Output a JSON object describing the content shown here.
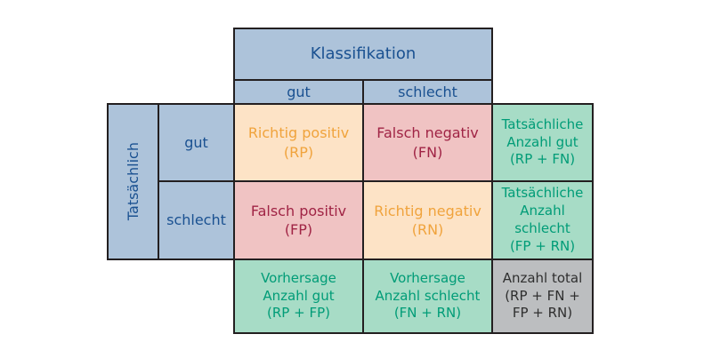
{
  "diagram": {
    "title_axis_predicted": "Klassifikation",
    "title_axis_actual": "Tatsächlich",
    "column_headers": {
      "good": "gut",
      "bad": "schlecht"
    },
    "row_headers": {
      "good": "gut",
      "bad": "schlecht"
    },
    "cells": {
      "true_positive": {
        "lines": [
          "Richtig positiv",
          "(RP)"
        ],
        "abbr": "RP"
      },
      "false_negative": {
        "lines": [
          "Falsch negativ",
          "(FN)"
        ],
        "abbr": "FN"
      },
      "false_positive": {
        "lines": [
          "Falsch positiv",
          "(FP)"
        ],
        "abbr": "FP"
      },
      "true_negative": {
        "lines": [
          "Richtig negativ",
          "(RN)"
        ],
        "abbr": "RN"
      },
      "actual_count_good": {
        "lines": [
          "Tatsächliche",
          "Anzahl gut",
          "(RP + FN)"
        ]
      },
      "actual_count_bad": {
        "lines": [
          "Tatsächliche",
          "Anzahl",
          "schlecht",
          "(FP + RN)"
        ]
      },
      "predicted_count_good": {
        "lines": [
          "Vorhersage",
          "Anzahl gut",
          "(RP + FP)"
        ]
      },
      "predicted_count_bad": {
        "lines": [
          "Vorhersage",
          "Anzahl schlecht",
          "(FN + RN)"
        ]
      },
      "total_count": {
        "lines": [
          "Anzahl total",
          "(RP + FN +",
          "FP + RN)"
        ]
      }
    },
    "colors": {
      "header_bg": "#adc3da",
      "header_text": "#1a5191",
      "true_bg": "#fde3c6",
      "true_text": "#f0a33c",
      "false_bg": "#f0c3c3",
      "false_text": "#a02445",
      "sum_bg": "#a7dcc6",
      "sum_text": "#009c77",
      "total_bg": "#bcbec0",
      "total_text": "#2f2f2f",
      "border": "#231f20"
    }
  }
}
